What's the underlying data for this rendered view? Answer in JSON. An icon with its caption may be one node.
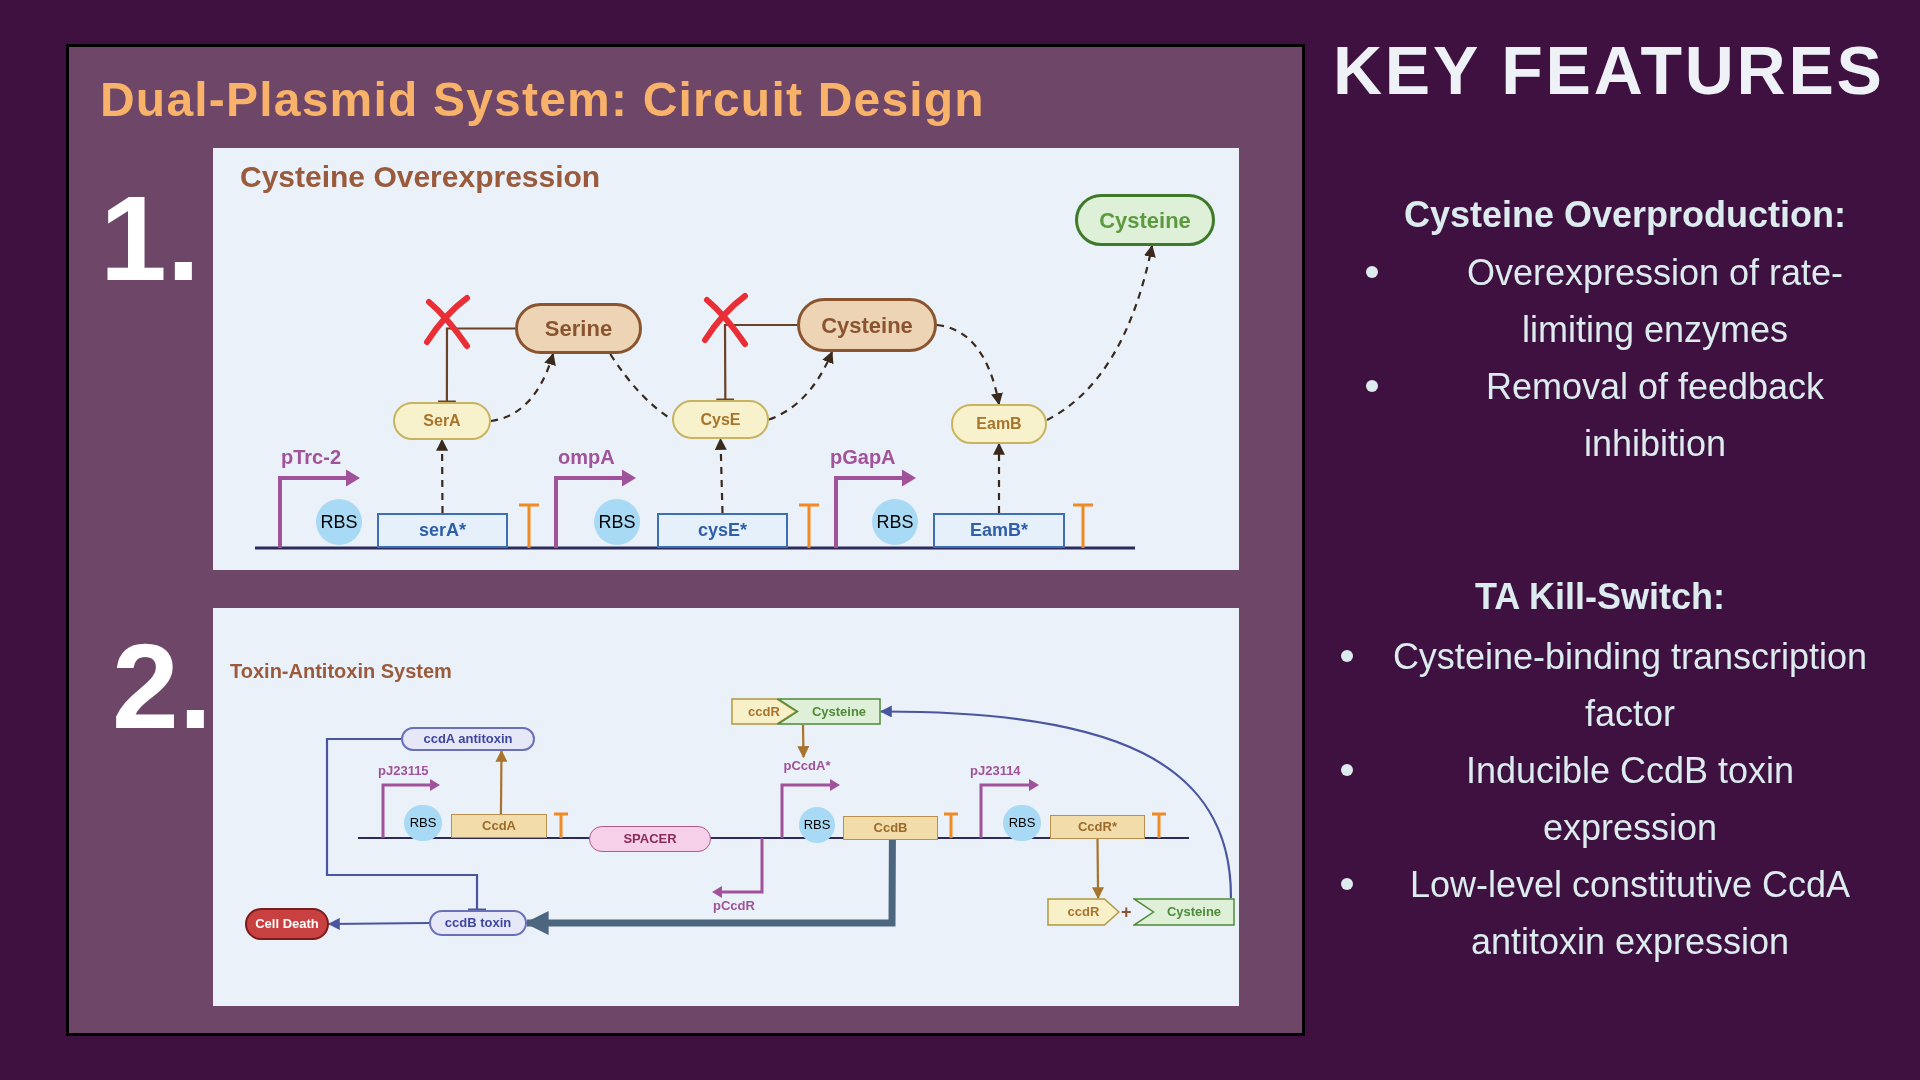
{
  "diagram": {
    "title": "Dual-Plasmid System: Circuit Design",
    "nodes": [
      {
        "text": [
          "Cysteine Overexpression"
        ]
      },
      {
        "text": [
          "Cysteine"
        ],
        "in": 0
      },
      {
        "text": [
          "Serine"
        ],
        "in": 0
      },
      {
        "text": [
          "Cysteine"
        ],
        "in": 0
      },
      {
        "text": [
          "SerA"
        ],
        "in": 0
      },
      {
        "text": [
          "CysE"
        ],
        "in": 0
      },
      {
        "text": [
          "EamB"
        ],
        "in": 0
      },
      {
        "text": [
          "RBS"
        ],
        "in": 0
      },
      {
        "text": [
          "serA*"
        ],
        "in": 0
      },
      {
        "text": [
          "RBS"
        ],
        "in": 0
      },
      {
        "text": [
          "cysE*"
        ],
        "in": 0
      },
      {
        "text": [
          "RBS"
        ],
        "in": 0
      },
      {
        "text": [
          "EamB*"
        ],
        "in": 0
      },
      {
        "text": [
          "Toxin-Antitoxin System"
        ]
      },
      {
        "text": [
          "ccdR"
        ],
        "in": 13
      },
      {
        "text": [
          "Cysteine"
        ],
        "in": 13
      },
      {
        "text": [
          "ccdA antitoxin"
        ],
        "in": 13
      },
      {
        "text": [
          "RBS"
        ],
        "in": 13
      },
      {
        "text": [
          "CcdA"
        ],
        "in": 13
      },
      {
        "text": [
          "SPACER"
        ],
        "in": 13
      },
      {
        "text": [
          "RBS"
        ],
        "in": 13
      },
      {
        "text": [
          "CcdB"
        ],
        "in": 13
      },
      {
        "text": [
          "RBS"
        ],
        "in": 13
      },
      {
        "text": [
          "CcdR*"
        ],
        "in": 13
      },
      {
        "text": [
          "ccdR"
        ],
        "in": 13
      },
      {
        "text": [
          "Cysteine"
        ],
        "in": 13
      },
      {
        "text": [
          "Cell Death"
        ],
        "in": 13
      },
      {
        "text": [
          "ccdB toxin"
        ],
        "in": 13
      },
      {
        "text": [
          "pCcdA*"
        ],
        "in": 13
      }
    ],
    "edges": [
      {
        "from": 8,
        "to": 4,
        "arrow": "to",
        "style": "dashed"
      },
      {
        "from": 10,
        "to": 5,
        "arrow": "to",
        "style": "dashed"
      },
      {
        "from": 12,
        "to": 6,
        "arrow": "to",
        "style": "dashed"
      },
      {
        "from": 4,
        "to": 2,
        "arrow": "to",
        "style": "dashed"
      },
      {
        "from": 2,
        "to": 5,
        "arrow": "none",
        "style": "dashed"
      },
      {
        "from": 5,
        "to": 3,
        "arrow": "to",
        "style": "dashed"
      },
      {
        "from": 3,
        "to": 6,
        "arrow": "to",
        "style": "dashed"
      },
      {
        "from": 6,
        "to": 1,
        "arrow": "to",
        "style": "dashed"
      },
      {
        "from": 2,
        "to": 4,
        "arrow": "other",
        "color": "#6b4226"
      },
      {
        "from": 3,
        "to": 5,
        "arrow": "other",
        "color": "#6b4226"
      },
      {
        "from": 18,
        "to": 16,
        "arrow": "to",
        "color": "#a8732c"
      },
      {
        "from": 15,
        "to": 28,
        "arrow": "to",
        "color": "#a8732c"
      },
      {
        "from": 23,
        "to": 24,
        "arrow": "to",
        "color": "#a8732c"
      },
      {
        "from": 25,
        "to": 15,
        "arrow": "to",
        "color": "#4a55a0"
      },
      {
        "from": 21,
        "to": 27,
        "arrow": "to",
        "style": "thick",
        "color": "#4d6680"
      },
      {
        "from": 16,
        "to": 27,
        "arrow": "other",
        "color": "#4a55a0"
      },
      {
        "from": 27,
        "to": 26,
        "arrow": "to",
        "color": "#4a55a0"
      }
    ],
    "labels": [
      "1.",
      "2.",
      "pTrc-2",
      "ompA",
      "pGapA",
      "pJ23115",
      "pJ23114",
      "pCcdR",
      "+",
      "KEY FEATURES",
      "Cysteine Overproduction:",
      "Overexpression of rate-limiting enzymes",
      "Removal of feedback inhibition",
      "TA Kill-Switch:",
      "Cysteine-binding transcription factor",
      "Inducible CcdB toxin expression",
      "Low-level constitutive CcdA antitoxin expression"
    ]
  }
}
